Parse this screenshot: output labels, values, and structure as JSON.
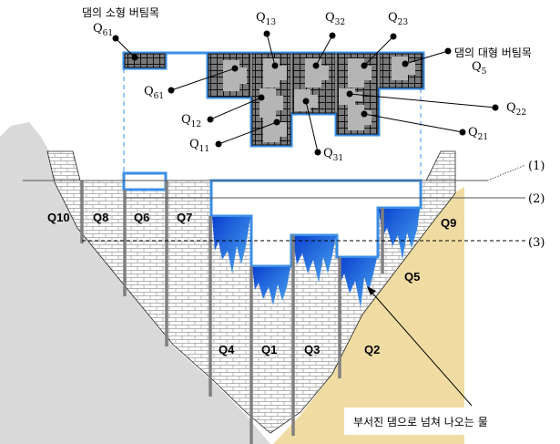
{
  "title_small": "댐의 소형 버팀목",
  "title_large": "댐의 대형 버팀목",
  "callout": "부서진 댐으로 넘쳐 나오는 물",
  "top_labels": [
    {
      "main": "Q",
      "sub": "61"
    },
    {
      "main": "Q",
      "sub": "61"
    },
    {
      "main": "Q",
      "sub": "12"
    },
    {
      "main": "Q",
      "sub": "11"
    },
    {
      "main": "Q",
      "sub": "13"
    },
    {
      "main": "Q",
      "sub": "32"
    },
    {
      "main": "Q",
      "sub": "31"
    },
    {
      "main": "Q",
      "sub": "23"
    },
    {
      "main": "Q",
      "sub": "5"
    },
    {
      "main": "Q",
      "sub": "22"
    },
    {
      "main": "Q",
      "sub": "21"
    }
  ],
  "section_labels": [
    "Q10",
    "Q8",
    "Q6",
    "Q7",
    "Q4",
    "Q1",
    "Q3",
    "Q2",
    "Q5",
    "Q9"
  ],
  "levels": [
    "(1)",
    "(2)",
    "(3)"
  ],
  "colors": {
    "outline": "#3a8ee6",
    "rock": "#d9d9d9",
    "soil": "#f0dca2",
    "water": "#1e6fe0",
    "block": "#7a7a7a",
    "block_light": "#b5b5b5"
  }
}
